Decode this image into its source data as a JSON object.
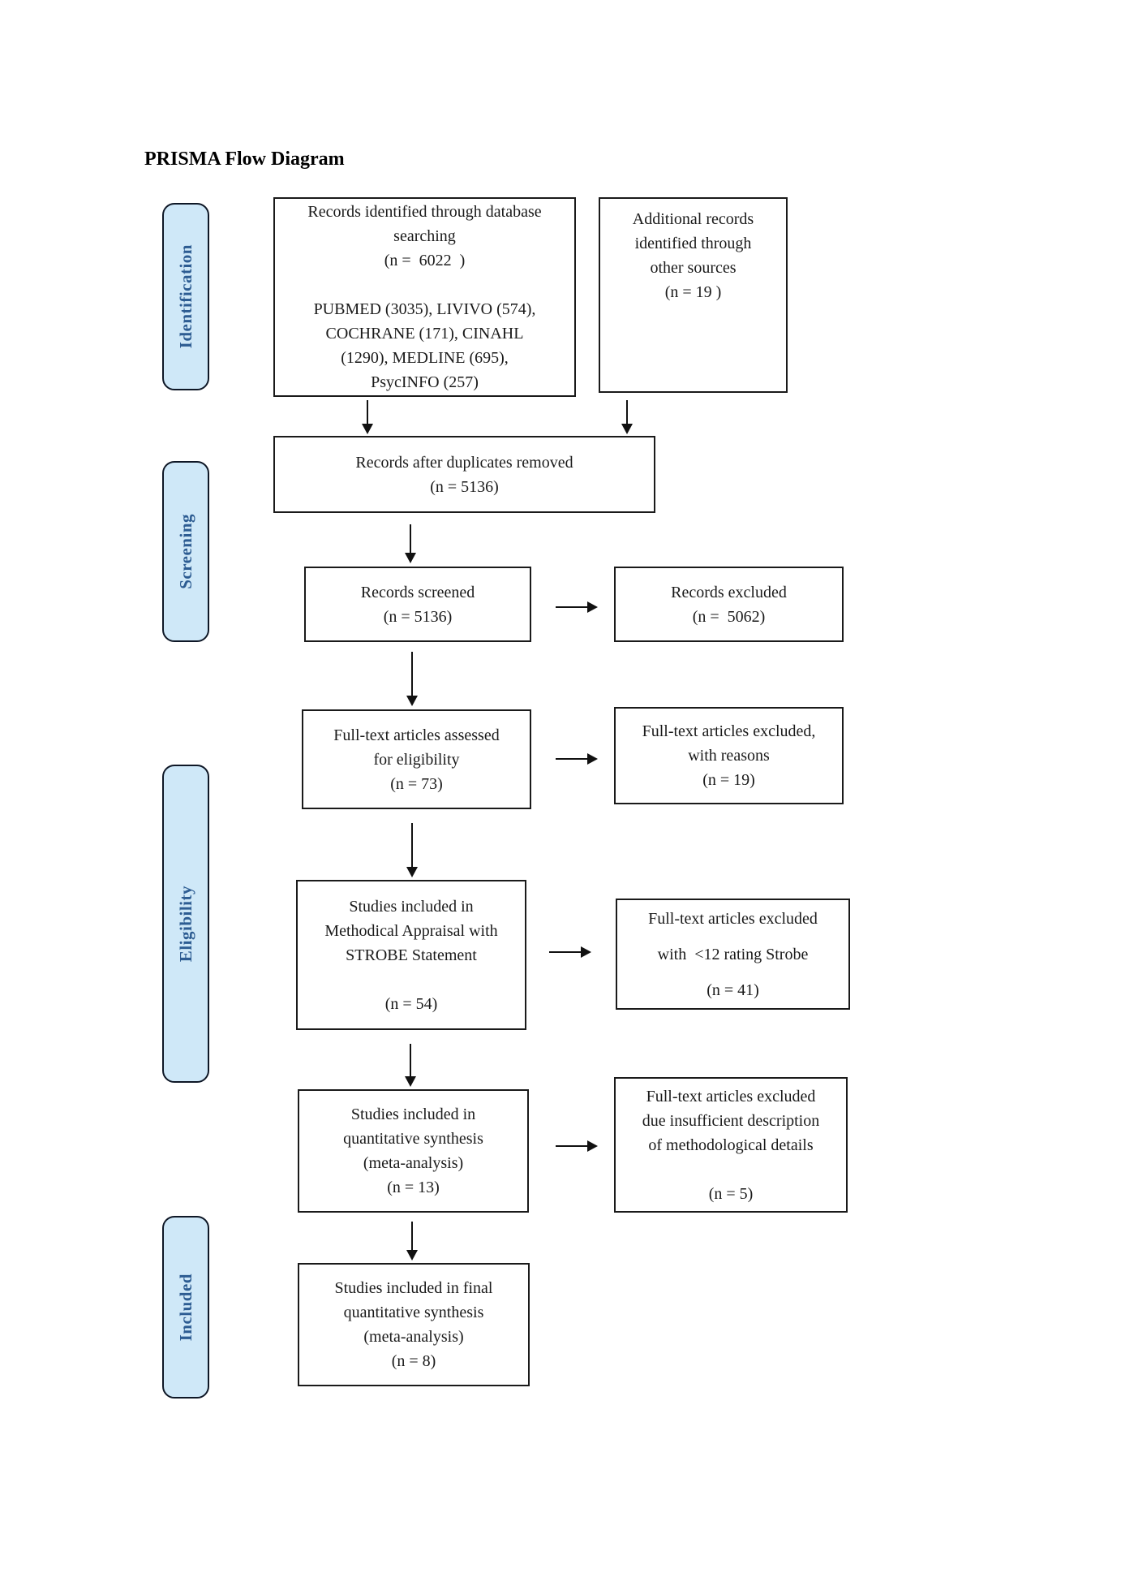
{
  "title": "PRISMA Flow Diagram",
  "stages": {
    "identification": "Identification",
    "screening": "Screening",
    "eligibility": "Eligibility",
    "included": "Included"
  },
  "boxes": {
    "identified": "Records identified through database\nsearching\n(n =  6022  )\n\nPUBMED (3035), LIVIVO (574),\nCOCHRANE (171), CINAHL\n(1290), MEDLINE (695),\nPsycINFO (257)",
    "additional": "Additional records\nidentified through\nother sources\n(n = 19 )",
    "duplicates_removed": "Records after duplicates removed\n(n = 5136)",
    "screened": "Records screened\n(n = 5136)",
    "excluded": "Records excluded\n(n =  5062)",
    "fulltext_assessed": "Full-text articles assessed\nfor eligibility\n(n = 73)",
    "fulltext_excluded_reasons": "Full-text articles excluded,\nwith reasons\n(n = 19)",
    "strobe_appraisal": "Studies included in\nMethodical Appraisal with\nSTROBE Statement\n\n(n = 54)",
    "strobe_excluded": "Full-text articles excluded\n\nwith  <12 rating Strobe\n\n(n = 41)",
    "quantitative_synthesis": "Studies included in\nquantitative synthesis\n(meta-analysis)\n(n = 13)",
    "quantitative_excluded": "Full-text articles excluded\ndue insufficient description\nof methodological details\n\n(n = 5)",
    "final_synthesis": "Studies included in final\nquantitative synthesis\n(meta-analysis)\n(n = 8)"
  },
  "colors": {
    "stage_fill": "#cfe8f8",
    "stage_text": "#2d5c92",
    "box_border": "#1a1a1a",
    "text": "#1a1a1a"
  }
}
